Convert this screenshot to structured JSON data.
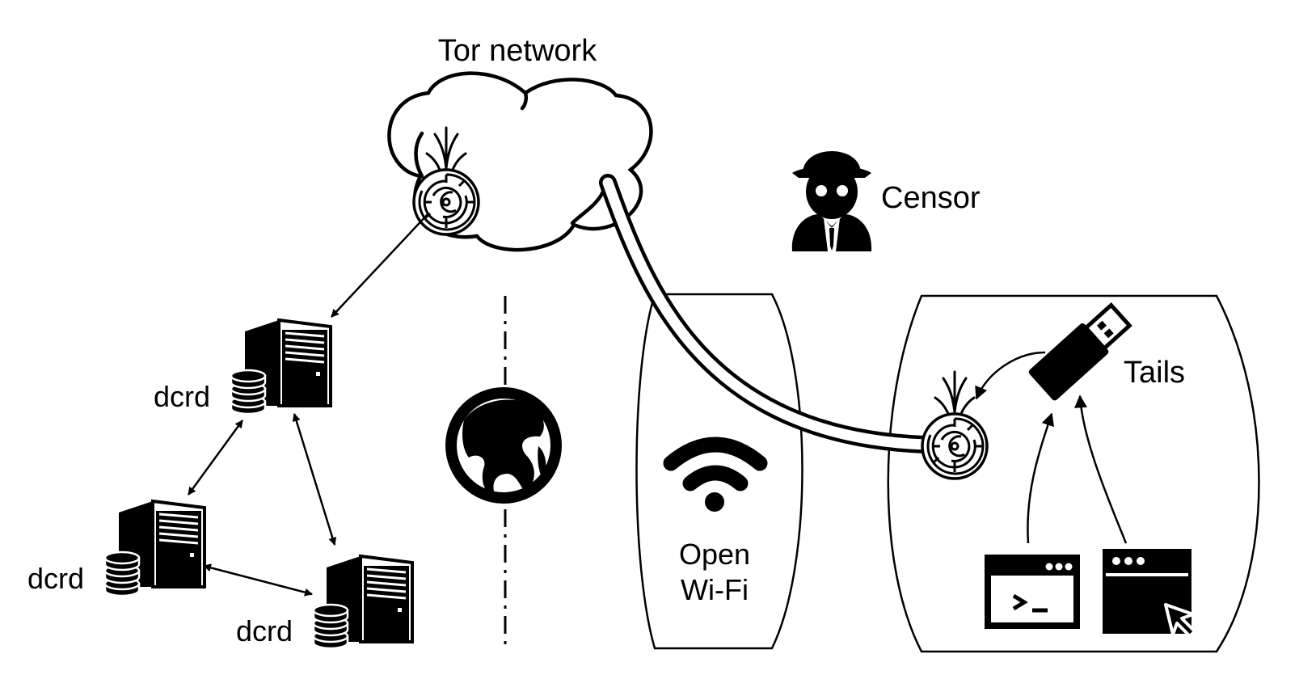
{
  "labels": {
    "tor_network": "Tor network",
    "censor": "Censor",
    "tails": "Tails",
    "wifi_line1": "Open",
    "wifi_line2": "Wi-Fi",
    "node": "dcrd"
  },
  "icons": {
    "tor": "tor-onion-icon",
    "spy": "censor-spy-icon",
    "globe": "globe-icon",
    "wifi": "wifi-icon",
    "usb": "usb-drive-icon",
    "server": "server-icon",
    "database": "database-icon",
    "terminal": "terminal-window-icon",
    "gui": "gui-window-icon"
  },
  "colors": {
    "ink": "#000000",
    "paper": "#ffffff"
  }
}
